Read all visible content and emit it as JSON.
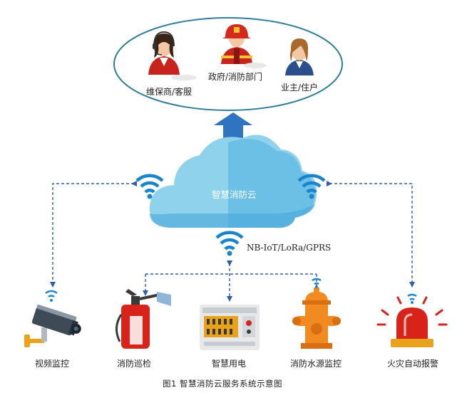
{
  "users": {
    "maintainer_label": "维保商/客服",
    "fire_dept_label": "政府/消防部门",
    "owner_label": "业主/住户"
  },
  "cloud": {
    "label": "智慧消防云"
  },
  "network": {
    "label": "NB-IoT/LoRa/GPRS"
  },
  "devices": {
    "video_label": "视频监控",
    "patrol_label": "消防巡检",
    "electric_label": "智慧用电",
    "water_label": "消防水源监控",
    "alarm_label": "火灾自动报警"
  },
  "caption": {
    "text": "图1    智慧消防云服务系统示意图"
  },
  "colors": {
    "ellipse_stroke": "#2e7d9a",
    "arrow_blue": "#2f74c0",
    "cloud_light": "#8fd2ec",
    "cloud_mid": "#6cc0e6",
    "cloud_dark": "#4aa6d8",
    "wifi_blue": "#1a84cf",
    "dash_blue": "#2f5fa8",
    "fire_red": "#d8231b",
    "hydrant_orange": "#f28a22"
  }
}
